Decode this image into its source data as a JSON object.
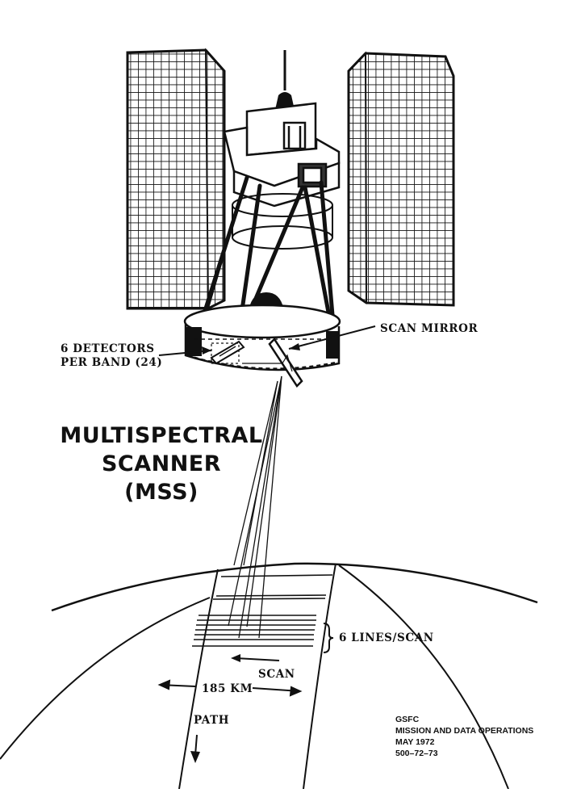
{
  "figure": {
    "title_lines": [
      "MULTISPECTRAL",
      "SCANNER",
      "(MSS)"
    ],
    "labels": {
      "scan_mirror": "SCAN MIRROR",
      "detectors_line1": "6 DETECTORS",
      "detectors_line2": "PER BAND (24)",
      "lines_per_scan": "6 LINES/SCAN",
      "scan": "SCAN",
      "swath_width": "185 KM",
      "path": "PATH"
    },
    "credit": [
      "GSFC",
      "MISSION AND DATA OPERATIONS",
      "MAY 1972",
      "500–72–73"
    ]
  }
}
